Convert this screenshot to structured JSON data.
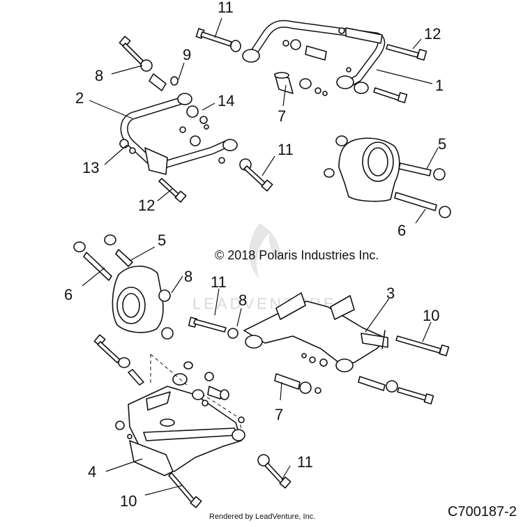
{
  "diagram": {
    "copyright": "© 2018 Polaris Industries Inc.",
    "watermark": "LEADVENTURE",
    "footer": "Rendered by LeadVenture, Inc.",
    "diagram_code": "C700187-2",
    "callouts": {
      "c11a": "11",
      "c12a": "12",
      "c9": "9",
      "c8a": "8",
      "c1": "1",
      "c2": "2",
      "c14": "14",
      "c7a": "7",
      "c13": "13",
      "c11b": "11",
      "c12b": "12",
      "c5a": "5",
      "c6a": "6",
      "c5b": "5",
      "c6b": "6",
      "c8b": "8",
      "c11c": "11",
      "c8c": "8",
      "c3": "3",
      "c10a": "10",
      "c7b": "7",
      "c4": "4",
      "c11d": "11",
      "c10b": "10"
    }
  }
}
